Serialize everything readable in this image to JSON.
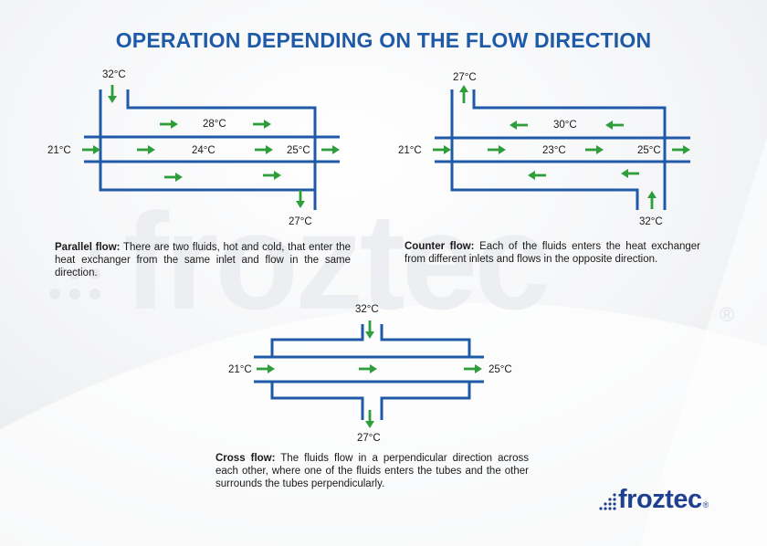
{
  "title": "OPERATION DEPENDING ON THE FLOW DIRECTION",
  "parallel": {
    "hot_in": "32°C",
    "shell_mid": "28°C",
    "cold_in": "21°C",
    "tube_mid": "24°C",
    "cold_out": "25°C",
    "hot_out": "27°C",
    "heading": "Parallel flow:",
    "text": "There are two fluids, hot and cold, that enter the heat exchanger from the same inlet and flow in the same direction."
  },
  "counter": {
    "hot_out": "27°C",
    "shell_mid": "30°C",
    "cold_in": "21°C",
    "tube_mid": "23°C",
    "cold_out": "25°C",
    "hot_in": "32°C",
    "heading": "Counter flow:",
    "text": "Each of the fluids enters the heat exchanger from different inlets and flows in the opposite direction."
  },
  "cross": {
    "hot_in": "32°C",
    "cold_in": "21°C",
    "cold_out": "25°C",
    "hot_out": "27°C",
    "heading": "Cross flow:",
    "text": "The fluids flow in a perpendicular direction across each other, where one of the fluids enters the tubes and the other surrounds the tubes perpendicularly."
  },
  "logo": {
    "name": "froztec",
    "mark": "®"
  },
  "watermark": {
    "text": "froztec",
    "mark": "®"
  },
  "colors": {
    "pipe": "#1f5aa8",
    "arrow": "#2e9e3a",
    "title": "#1f5aa8"
  }
}
